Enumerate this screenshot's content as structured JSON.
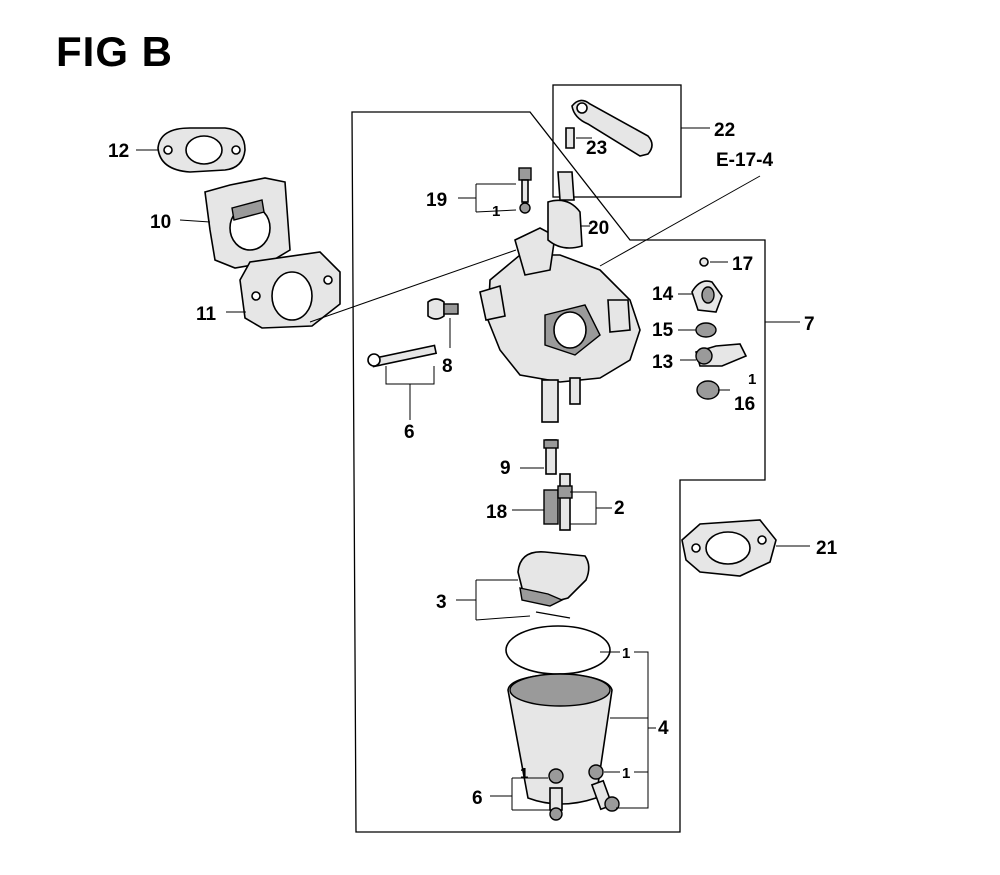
{
  "figure": {
    "title": "FIG B",
    "reference": "E-17-4"
  },
  "callouts": {
    "c1": "1",
    "c2": "2",
    "c3": "3",
    "c4": "4",
    "c6": "6",
    "c7": "7",
    "c8": "8",
    "c9": "9",
    "c10": "10",
    "c11": "11",
    "c12": "12",
    "c13": "13",
    "c14": "14",
    "c15": "15",
    "c16": "16",
    "c17": "17",
    "c18": "18",
    "c19": "19",
    "c20": "20",
    "c21": "21",
    "c22": "22",
    "c23": "23"
  }
}
